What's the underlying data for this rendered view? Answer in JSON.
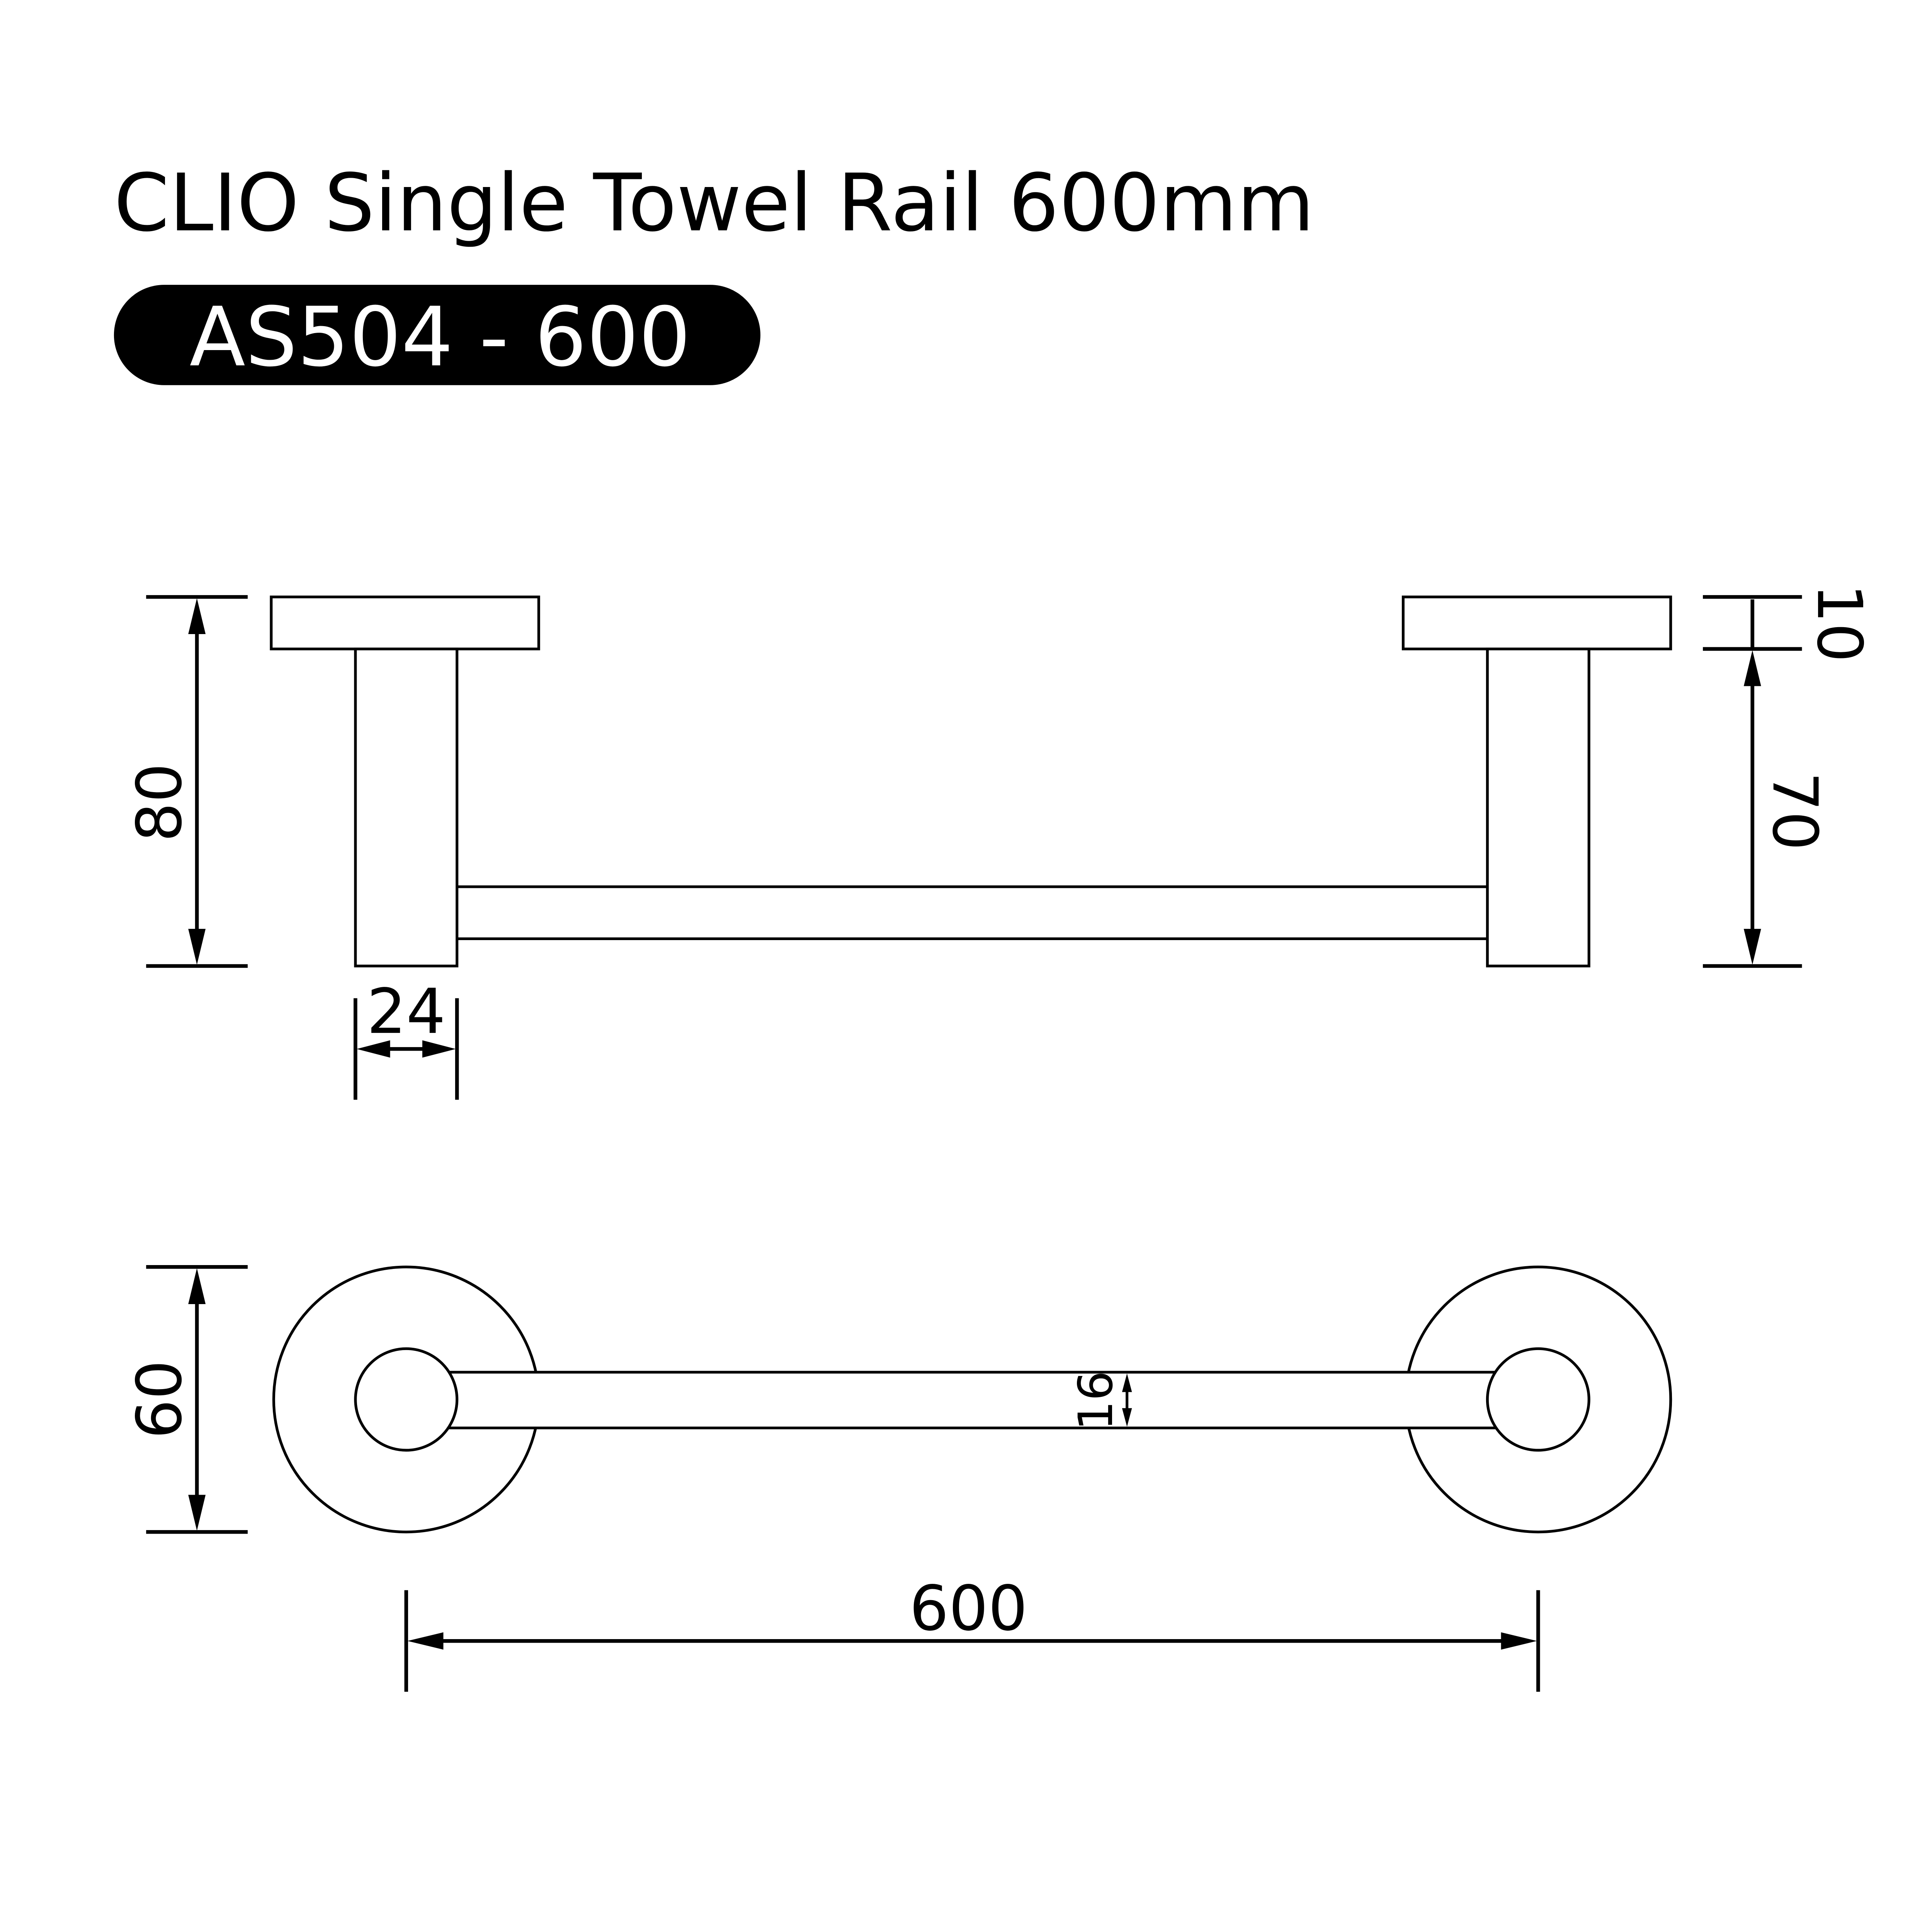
{
  "header": {
    "title": "CLIO Single Towel Rail 600mm",
    "model_code": "AS504 - 600"
  },
  "colors": {
    "line": "#000000",
    "background": "#ffffff",
    "badge_bg": "#000000",
    "badge_text": "#ffffff"
  },
  "side_view": {
    "dimensions": {
      "overall_projection": "80",
      "stem_width": "24",
      "flange_thickness": "10",
      "stem_length": "70"
    }
  },
  "top_view": {
    "dimensions": {
      "flange_diameter": "60",
      "rail_diameter": "16",
      "centre_to_centre": "600"
    }
  },
  "units": "mm"
}
